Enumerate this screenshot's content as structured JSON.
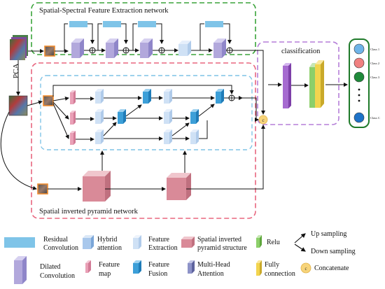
{
  "modules": {
    "spatial_spectral": "Spatial-Spectral Feature Extraction network",
    "classification": "classification",
    "pyramid": "Spatial inverted  pyramid network",
    "pca": "PCA"
  },
  "class_labels": [
    "Class 1",
    "Class 2",
    "Class 3",
    "Class C"
  ],
  "class_colors": [
    "#6fb4e8",
    "#f08080",
    "#1f8a3a",
    "#1e73c8"
  ],
  "concat_symbol": "c",
  "legend": {
    "residual_conv": [
      "Residual",
      "Convolution"
    ],
    "hybrid_attention": [
      "Hybrid",
      "attention"
    ],
    "feature_extraction": [
      "Feature",
      "Extraction"
    ],
    "sip_structure": [
      "Spatial inverted",
      "pyramid structure"
    ],
    "relu": "Relu",
    "up_sampling": "Up sampling",
    "down_sampling": "Down sampling",
    "dilated_conv": [
      "Dilated",
      "Convolution"
    ],
    "feature_map": [
      "Feature",
      "map"
    ],
    "feature_fusion": [
      "Feature",
      "Fusion"
    ],
    "mha": [
      "Multi-Head",
      "Attention"
    ],
    "fully_connection": [
      "Fully",
      "connection"
    ],
    "concatenate": "Concatenate"
  },
  "colors": {
    "green_box": "#3aa33a",
    "pink_box": "#e8667f",
    "purple_box": "#b57fd8",
    "blue_box": "#7fc3e6",
    "residual": "#7fc4e8",
    "hybrid": "#a9c8ec",
    "feature_extraction": "#cfe1f5",
    "sip": "#d98a98",
    "relu": "#8ccf6a",
    "dilated": "#b2a8dc",
    "feature_map": "#e9a0b6",
    "fusion": "#3c9fd8",
    "mha": "#8d92c8",
    "fc": "#f2d44e",
    "concat": "#f7d47a"
  }
}
